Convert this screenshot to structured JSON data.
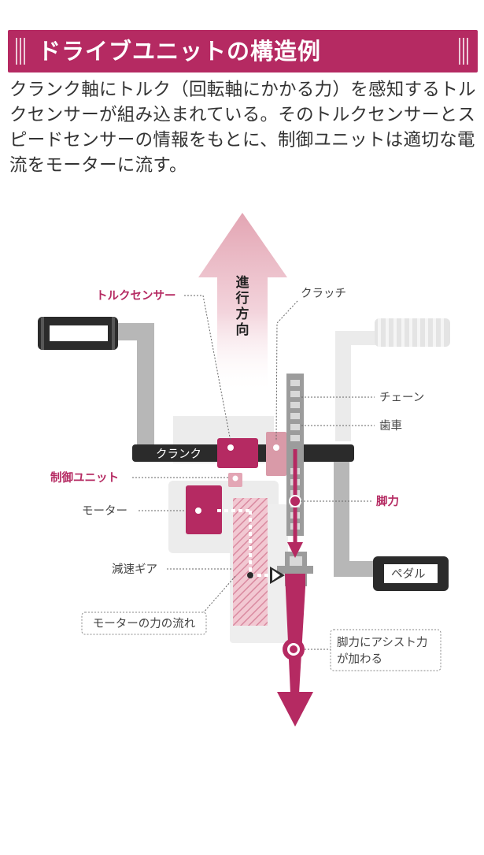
{
  "header": {
    "title": "ドライブユニットの構造例"
  },
  "description": "クランク軸にトルク（回転軸にかかる力）を感知するトルクセンサーが組み込まれている。そのトルクセンサーとスピードセンサーの情報をもとに、制御ユニットは適切な電流をモーターに流す。",
  "colors": {
    "accent": "#b52a62",
    "gray": "#b9b9b9",
    "dark": "#2b2b2b"
  },
  "diagram": {
    "direction_label": [
      "進",
      "行",
      "方",
      "向"
    ],
    "labels": {
      "torque_sensor": "トルクセンサー",
      "clutch": "クラッチ",
      "chain": "チェーン",
      "gear": "歯車",
      "crank": "クランク",
      "control_unit": "制御ユニット",
      "pedal_force": "脚力",
      "motor": "モーター",
      "reduction_gear": "減速ギア",
      "pedal": "ペダル",
      "motor_force_flow": "モーターの力の流れ",
      "assist_line1": "脚力にアシスト力",
      "assist_line2": "が加わる"
    }
  }
}
